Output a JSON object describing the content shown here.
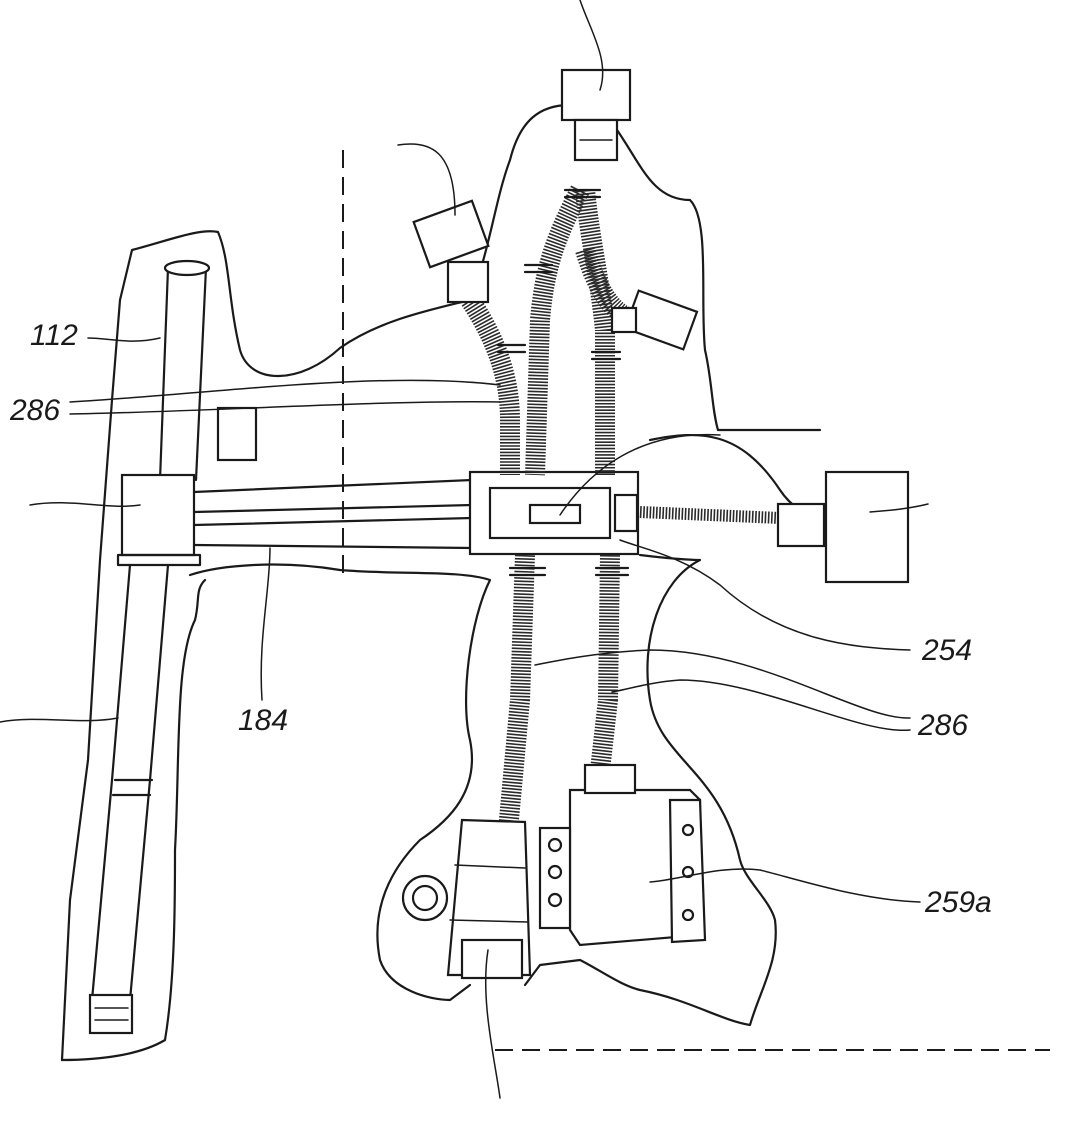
{
  "figure": {
    "labels": {
      "ref_112": "112",
      "ref_286_upper": "286",
      "ref_184": "184",
      "ref_254": "254",
      "ref_286_lower": "286",
      "ref_259a": "259a"
    },
    "line_color": "#1a1a1a",
    "background": "#ffffff"
  }
}
